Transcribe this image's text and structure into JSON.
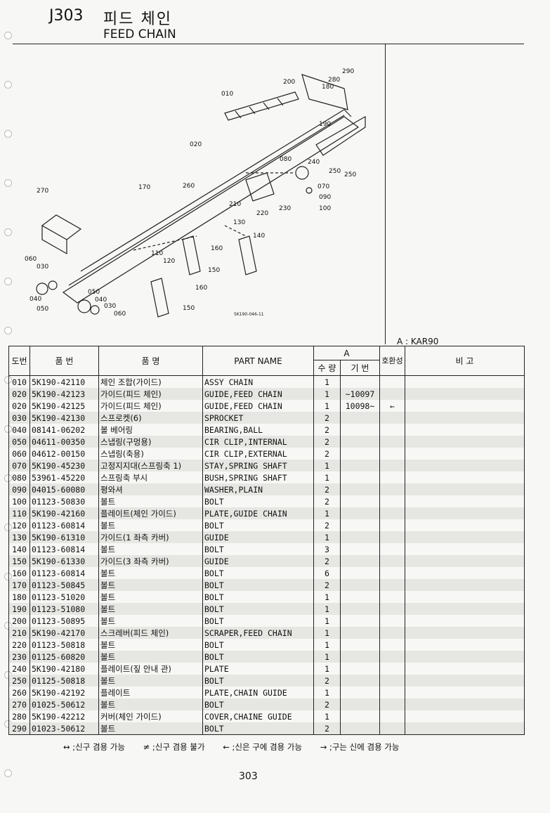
{
  "header": {
    "code": "J303",
    "title_kr": "피드 체인",
    "title_en": "FEED CHAIN"
  },
  "diagram": {
    "callouts": [
      "010",
      "020",
      "040",
      "050",
      "060",
      "030",
      "070",
      "080",
      "090",
      "100",
      "110",
      "120",
      "130",
      "140",
      "150",
      "160",
      "170",
      "180",
      "190",
      "200",
      "210",
      "220",
      "230",
      "240",
      "250",
      "260",
      "270",
      "280",
      "290"
    ],
    "drawing_number": "5K190-046-11"
  },
  "model_note": "A : KAR90",
  "table": {
    "headers": {
      "no": "도번",
      "part_no": "품  번",
      "name_kr": "품      명",
      "part_name": "PART  NAME",
      "group_a": "A",
      "qty": "수 량",
      "serial": "기 번",
      "compat": "호환성",
      "remarks": "비      고"
    },
    "rows": [
      {
        "no": "010",
        "part": "5K190-42110",
        "kr": "체인 조합(가이드)",
        "en": "ASSY CHAIN",
        "qty": "1",
        "serial": "",
        "compat": "",
        "shade": false
      },
      {
        "no": "020",
        "part": "5K190-42123",
        "kr": "가이드(피드 체인)",
        "en": "GUIDE,FEED CHAIN",
        "qty": "1",
        "serial": "~10097",
        "compat": "",
        "shade": true
      },
      {
        "no": "020",
        "part": "5K190-42125",
        "kr": "가이드(피드 체인)",
        "en": "GUIDE,FEED CHAIN",
        "qty": "1",
        "serial": "10098~",
        "compat": "←",
        "shade": false
      },
      {
        "no": "030",
        "part": "5K190-42130",
        "kr": "스프로켓(6)",
        "en": "SPROCKET",
        "qty": "2",
        "serial": "",
        "compat": "",
        "shade": true
      },
      {
        "no": "040",
        "part": "08141-06202",
        "kr": "볼 베어링",
        "en": "BEARING,BALL",
        "qty": "2",
        "serial": "",
        "compat": "",
        "shade": false
      },
      {
        "no": "050",
        "part": "04611-00350",
        "kr": "스냅링(구멍용)",
        "en": "CIR CLIP,INTERNAL",
        "qty": "2",
        "serial": "",
        "compat": "",
        "shade": true
      },
      {
        "no": "060",
        "part": "04612-00150",
        "kr": "스냅링(축용)",
        "en": "CIR CLIP,EXTERNAL",
        "qty": "2",
        "serial": "",
        "compat": "",
        "shade": false
      },
      {
        "no": "070",
        "part": "5K190-45230",
        "kr": "고정지지대(스프링축 1)",
        "en": "STAY,SPRING SHAFT",
        "qty": "1",
        "serial": "",
        "compat": "",
        "shade": true
      },
      {
        "no": "080",
        "part": "53961-45220",
        "kr": "스프링축 부시",
        "en": "BUSH,SPRING SHAFT",
        "qty": "1",
        "serial": "",
        "compat": "",
        "shade": false
      },
      {
        "no": "090",
        "part": "04015-60080",
        "kr": "평와셔",
        "en": "WASHER,PLAIN",
        "qty": "2",
        "serial": "",
        "compat": "",
        "shade": true
      },
      {
        "no": "100",
        "part": "01123-50830",
        "kr": "볼트",
        "en": "BOLT",
        "qty": "2",
        "serial": "",
        "compat": "",
        "shade": false
      },
      {
        "no": "110",
        "part": "5K190-42160",
        "kr": "플레이트(체인 가이드)",
        "en": "PLATE,GUIDE CHAIN",
        "qty": "1",
        "serial": "",
        "compat": "",
        "shade": true
      },
      {
        "no": "120",
        "part": "01123-60814",
        "kr": "볼트",
        "en": "BOLT",
        "qty": "2",
        "serial": "",
        "compat": "",
        "shade": false
      },
      {
        "no": "130",
        "part": "5K190-61310",
        "kr": "가이드(1 좌측 카버)",
        "en": "GUIDE",
        "qty": "1",
        "serial": "",
        "compat": "",
        "shade": true
      },
      {
        "no": "140",
        "part": "01123-60814",
        "kr": "볼트",
        "en": "BOLT",
        "qty": "3",
        "serial": "",
        "compat": "",
        "shade": false
      },
      {
        "no": "150",
        "part": "5K190-61330",
        "kr": "가이드(3 좌측 카버)",
        "en": "GUIDE",
        "qty": "2",
        "serial": "",
        "compat": "",
        "shade": true
      },
      {
        "no": "160",
        "part": "01123-60814",
        "kr": "볼트",
        "en": "BOLT",
        "qty": "6",
        "serial": "",
        "compat": "",
        "shade": false
      },
      {
        "no": "170",
        "part": "01123-50845",
        "kr": "볼트",
        "en": "BOLT",
        "qty": "2",
        "serial": "",
        "compat": "",
        "shade": true
      },
      {
        "no": "180",
        "part": "01123-51020",
        "kr": "볼트",
        "en": "BOLT",
        "qty": "1",
        "serial": "",
        "compat": "",
        "shade": false
      },
      {
        "no": "190",
        "part": "01123-51080",
        "kr": "볼트",
        "en": "BOLT",
        "qty": "1",
        "serial": "",
        "compat": "",
        "shade": true
      },
      {
        "no": "200",
        "part": "01123-50895",
        "kr": "볼트",
        "en": "BOLT",
        "qty": "1",
        "serial": "",
        "compat": "",
        "shade": false
      },
      {
        "no": "210",
        "part": "5K190-42170",
        "kr": "스크레버(피드 체인)",
        "en": "SCRAPER,FEED CHAIN",
        "qty": "1",
        "serial": "",
        "compat": "",
        "shade": true
      },
      {
        "no": "220",
        "part": "01123-50818",
        "kr": "볼트",
        "en": "BOLT",
        "qty": "1",
        "serial": "",
        "compat": "",
        "shade": false
      },
      {
        "no": "230",
        "part": "01125-60820",
        "kr": "볼트",
        "en": "BOLT",
        "qty": "1",
        "serial": "",
        "compat": "",
        "shade": true
      },
      {
        "no": "240",
        "part": "5K190-42180",
        "kr": "플레이트(짚 안내 관)",
        "en": "PLATE",
        "qty": "1",
        "serial": "",
        "compat": "",
        "shade": false
      },
      {
        "no": "250",
        "part": "01125-50818",
        "kr": "볼트",
        "en": "BOLT",
        "qty": "2",
        "serial": "",
        "compat": "",
        "shade": true
      },
      {
        "no": "260",
        "part": "5K190-42192",
        "kr": "플레이트",
        "en": "PLATE,CHAIN GUIDE",
        "qty": "1",
        "serial": "",
        "compat": "",
        "shade": false
      },
      {
        "no": "270",
        "part": "01025-50612",
        "kr": "볼트",
        "en": "BOLT",
        "qty": "2",
        "serial": "",
        "compat": "",
        "shade": true
      },
      {
        "no": "280",
        "part": "5K190-42212",
        "kr": "커버(체인 가이드)",
        "en": "COVER,CHAINE GUIDE",
        "qty": "1",
        "serial": "",
        "compat": "",
        "shade": false
      },
      {
        "no": "290",
        "part": "01023-50612",
        "kr": "볼트",
        "en": "BOLT",
        "qty": "2",
        "serial": "",
        "compat": "",
        "shade": true
      }
    ]
  },
  "legend": [
    "↔ ;신구 겸용 가능",
    "≠ ;신구 겸용 불가",
    "← ;신은 구에 겸용 가능",
    "→ ;구는 신에 겸용 가능"
  ],
  "page_number": "303"
}
